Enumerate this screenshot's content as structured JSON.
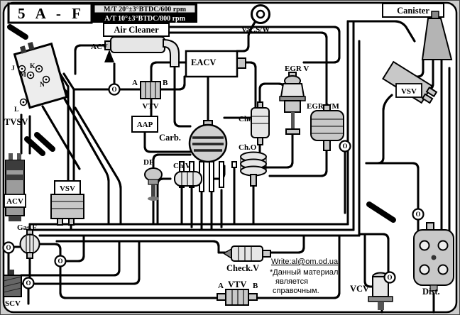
{
  "title": {
    "engine_code": "5 A - F",
    "timing_mt": "M/T 20°±3°BTDC/600 rpm",
    "timing_at": "A/T 10°±3°BTDC/800 rpm"
  },
  "labels": {
    "air_cleaner": "Air Cleaner",
    "acv_top": "ACV",
    "vac_sw": "Vac.S/W",
    "canister": "Canister",
    "eacv": "EACV",
    "vtv_top": "VTV",
    "port_a_top": "A",
    "port_b_top": "B",
    "egr_v": "EGR V",
    "egr_vm": "EGR-VM",
    "vsv_right": "VSV",
    "tvsv": "TVSV",
    "port_j": "J",
    "port_m": "M",
    "port_k": "K",
    "port_n": "N",
    "port_l": "L",
    "aap": "AAP",
    "carb": "Carb.",
    "check_v_mid": "Check.V",
    "ch_o": "Ch.O",
    "ch_v": "Ch.V",
    "dp": "DP",
    "vsv_left": "VSV",
    "acv_left": "ACV",
    "gas_f": "Gas.F",
    "scv": "SCV",
    "check_v_bottom": "Check.V",
    "vtv_bottom": "VTV",
    "port_a_bottom": "A",
    "port_b_bottom": "B",
    "vcv": "VCV",
    "dist": "Dist.",
    "connector_o": "O"
  },
  "note": {
    "contact": "Write:al@om.od.ua",
    "ref_line1": "*Данный материал",
    "ref_line2": "является",
    "ref_line3": "справочным."
  },
  "colors": {
    "ink": "#000000",
    "component_fill": "#c8c8c8",
    "paper": "#ffffff"
  }
}
